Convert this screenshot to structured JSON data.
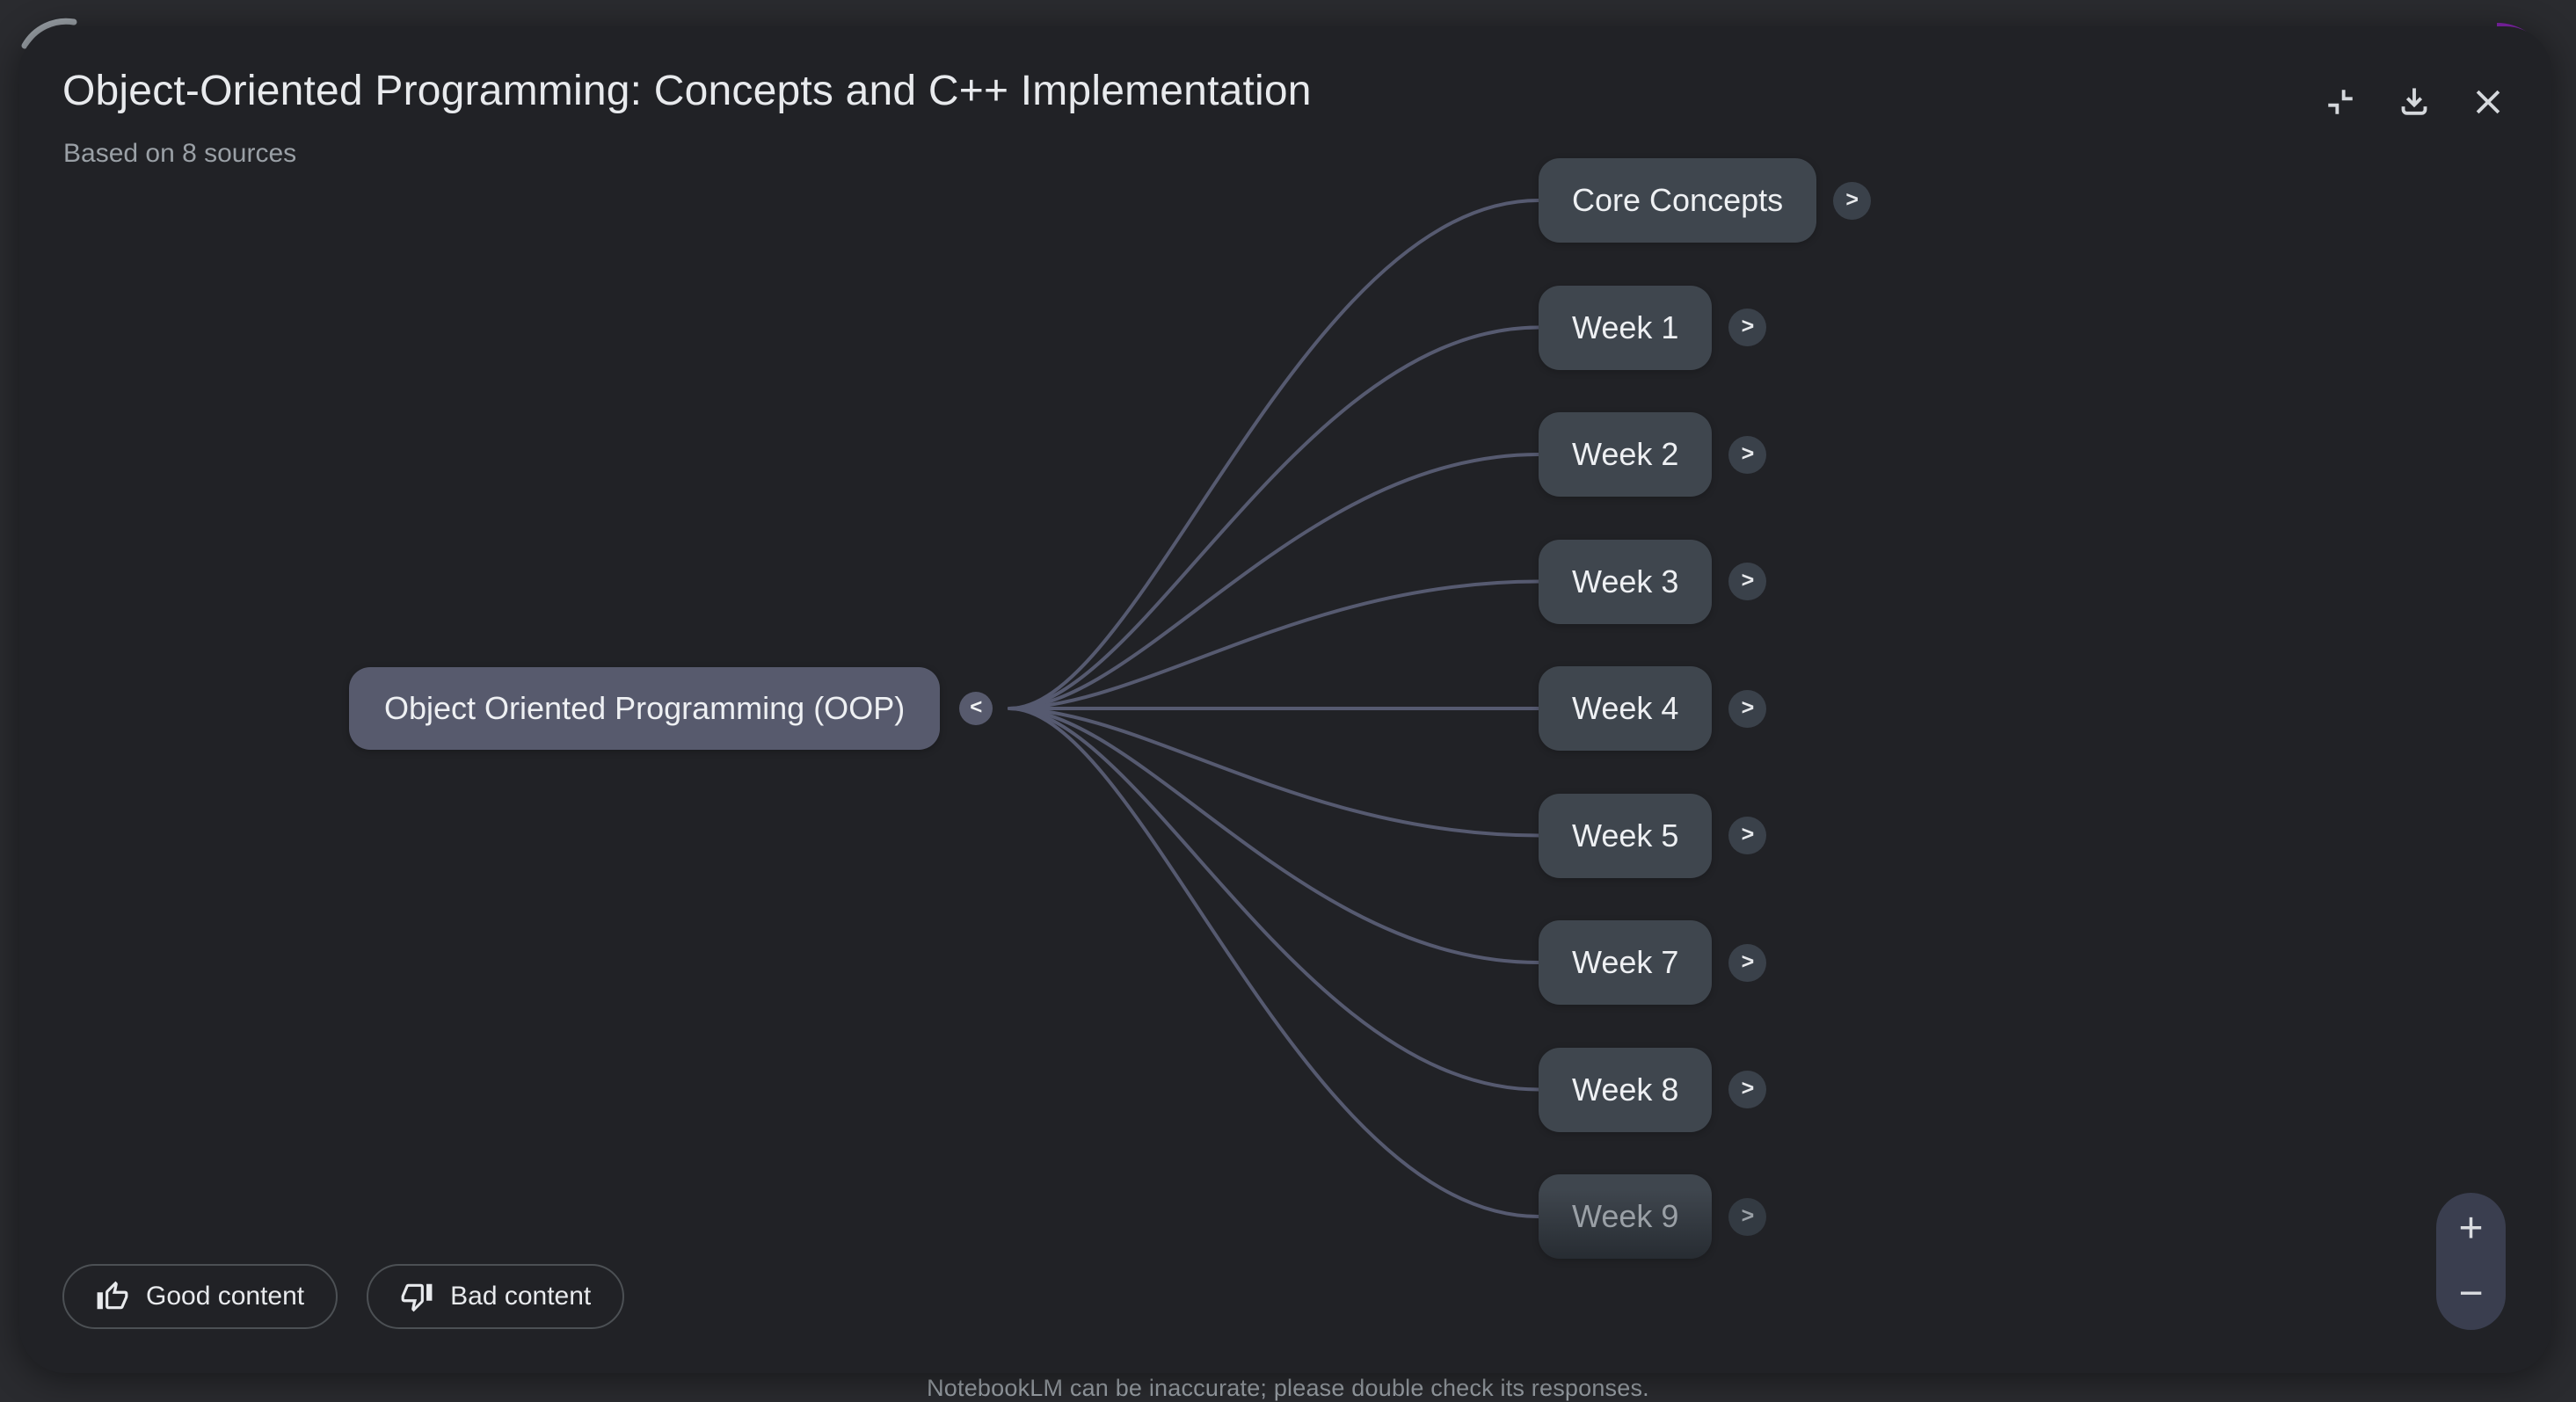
{
  "header": {
    "title": "Object-Oriented Programming: Concepts and C++ Implementation",
    "subtitle": "Based on 8 sources",
    "icons": [
      "collapse-icon",
      "download-icon",
      "close-icon"
    ]
  },
  "mindmap": {
    "root": {
      "label": "Object Oriented Programming (OOP)",
      "collapse_glyph": "<"
    },
    "expand_glyph": ">",
    "children": [
      {
        "label": "Core Concepts"
      },
      {
        "label": "Week 1"
      },
      {
        "label": "Week 2"
      },
      {
        "label": "Week 3"
      },
      {
        "label": "Week 4"
      },
      {
        "label": "Week 5"
      },
      {
        "label": "Week 7"
      },
      {
        "label": "Week 8"
      },
      {
        "label": "Week 9",
        "dimmed": true
      }
    ]
  },
  "feedback": {
    "good_label": "Good content",
    "bad_label": "Bad content"
  },
  "zoom_controls": {
    "zoom_in": "+",
    "zoom_out": "−"
  },
  "footer": {
    "disclaimer": "NotebookLM can be inaccurate; please double check its responses."
  },
  "colors": {
    "page_background": "#2a2b2f",
    "dialog_background": "#212226",
    "root_node": "#575a6d",
    "child_node": "#3f464e",
    "expand_button": "#3a414a",
    "link_line": "#565a70",
    "zoom_pill": "#3a3e4f",
    "button_border": "#4c5054",
    "text_primary": "#e8eaed",
    "text_secondary": "#9aa0a6",
    "arc_gray": "#9aa0a6",
    "arc_purple": "#8224ad"
  }
}
